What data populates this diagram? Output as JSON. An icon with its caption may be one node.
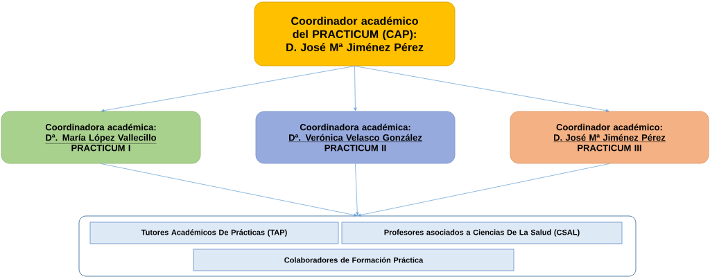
{
  "diagram": {
    "nodes": [
      {
        "text": [
          "Coordinador académico del PRACTICUM (CAP):",
          "D. José Mª Jiménez Pérez"
        ]
      },
      {
        "text": [
          "Coordinadora académica:",
          "Dª. María López Vallecillo",
          "PRACTICUM I"
        ]
      },
      {
        "text": [
          "Coordinadora académica:",
          "Dª. Verónica Velasco González",
          "PRACTICUM II"
        ]
      },
      {
        "text": [
          "Coordinador académico:",
          "D. José Mª Jiménez Pérez",
          "PRACTICUM III"
        ]
      },
      {
        "text": [],
        "shape": "box"
      },
      {
        "text": [
          "Tutores Académicos De Prácticas (TAP)"
        ],
        "in": 4
      },
      {
        "text": [
          "Profesores asociados a Ciencias De La Salud (CSAL)"
        ],
        "in": 4
      },
      {
        "text": [
          "Colaboradores de Formación Práctica"
        ],
        "in": 4
      }
    ],
    "edges": [
      {
        "from": 0,
        "to": 1,
        "arrow": "to"
      },
      {
        "from": 0,
        "to": 2,
        "arrow": "to"
      },
      {
        "from": 0,
        "to": 3,
        "arrow": "to"
      },
      {
        "from": 1,
        "to": 4,
        "arrow": "to"
      },
      {
        "from": 2,
        "to": 4,
        "arrow": "to"
      },
      {
        "from": 3,
        "to": 4,
        "arrow": "to"
      }
    ]
  }
}
